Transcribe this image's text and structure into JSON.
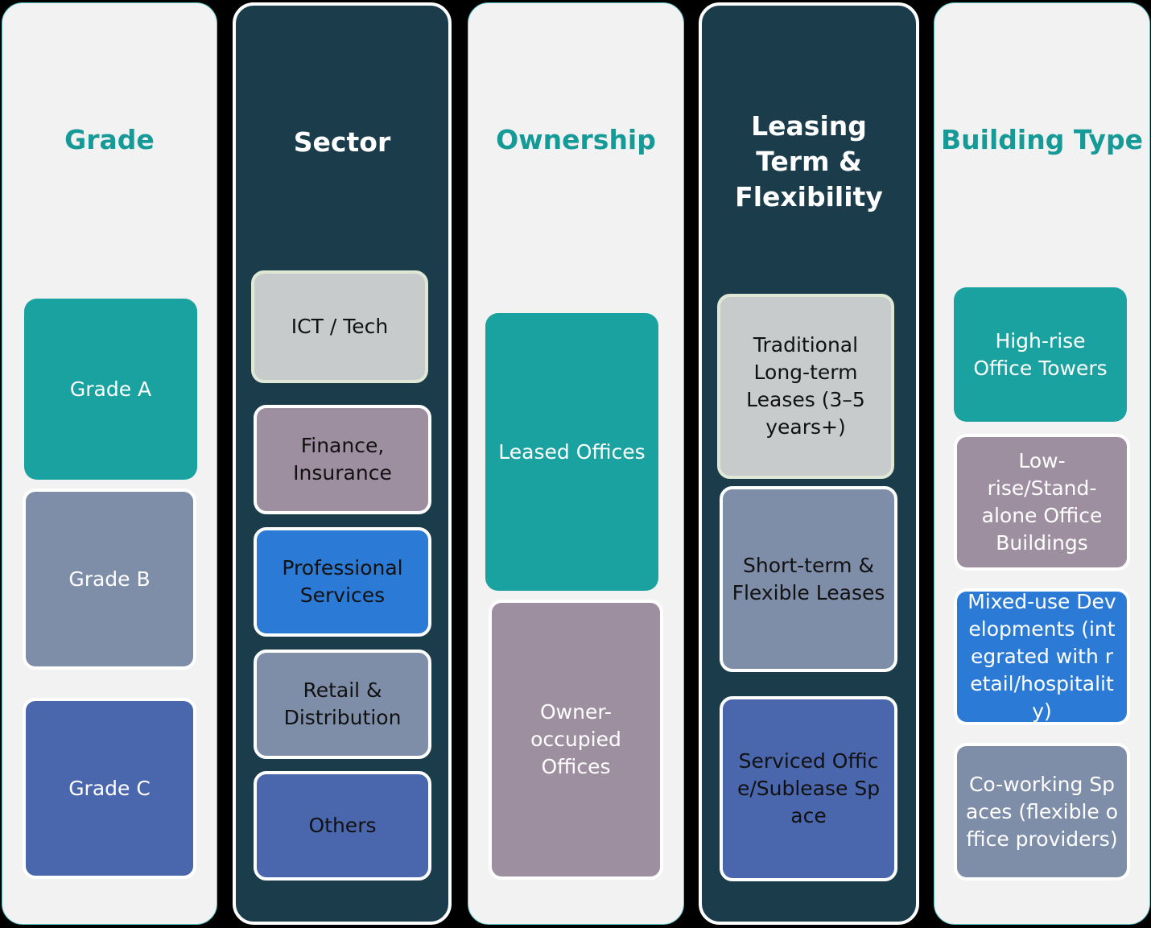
{
  "columns": [
    {
      "title": "Grade",
      "items": [
        "Grade A",
        "Grade B",
        "Grade C"
      ]
    },
    {
      "title": "Sector",
      "items": [
        "ICT / Tech",
        "Finance, Insurance",
        "Professional Services",
        "Retail & Distribution",
        "Others"
      ]
    },
    {
      "title": "Ownership",
      "items": [
        "Leased Offices",
        "Owner-occupied Offices"
      ]
    },
    {
      "title": "Leasing Term & Flexibility",
      "items": [
        "Traditional Long-term Leases (3–5 years+)",
        "Short-term & Flexible Leases",
        "Serviced Office/Sublease Space"
      ]
    },
    {
      "title": "Building Type",
      "items": [
        "High-rise Office Towers",
        "Low-rise/Stand-alone Office Buildings",
        "Mixed-use Developments (integrated with retail/hospitality)",
        "Co-working Spaces (flexible office providers)"
      ]
    }
  ],
  "colors": {
    "teal": "#19a2a0",
    "navy": "#1b3c4a",
    "light": "#f2f2f2"
  }
}
